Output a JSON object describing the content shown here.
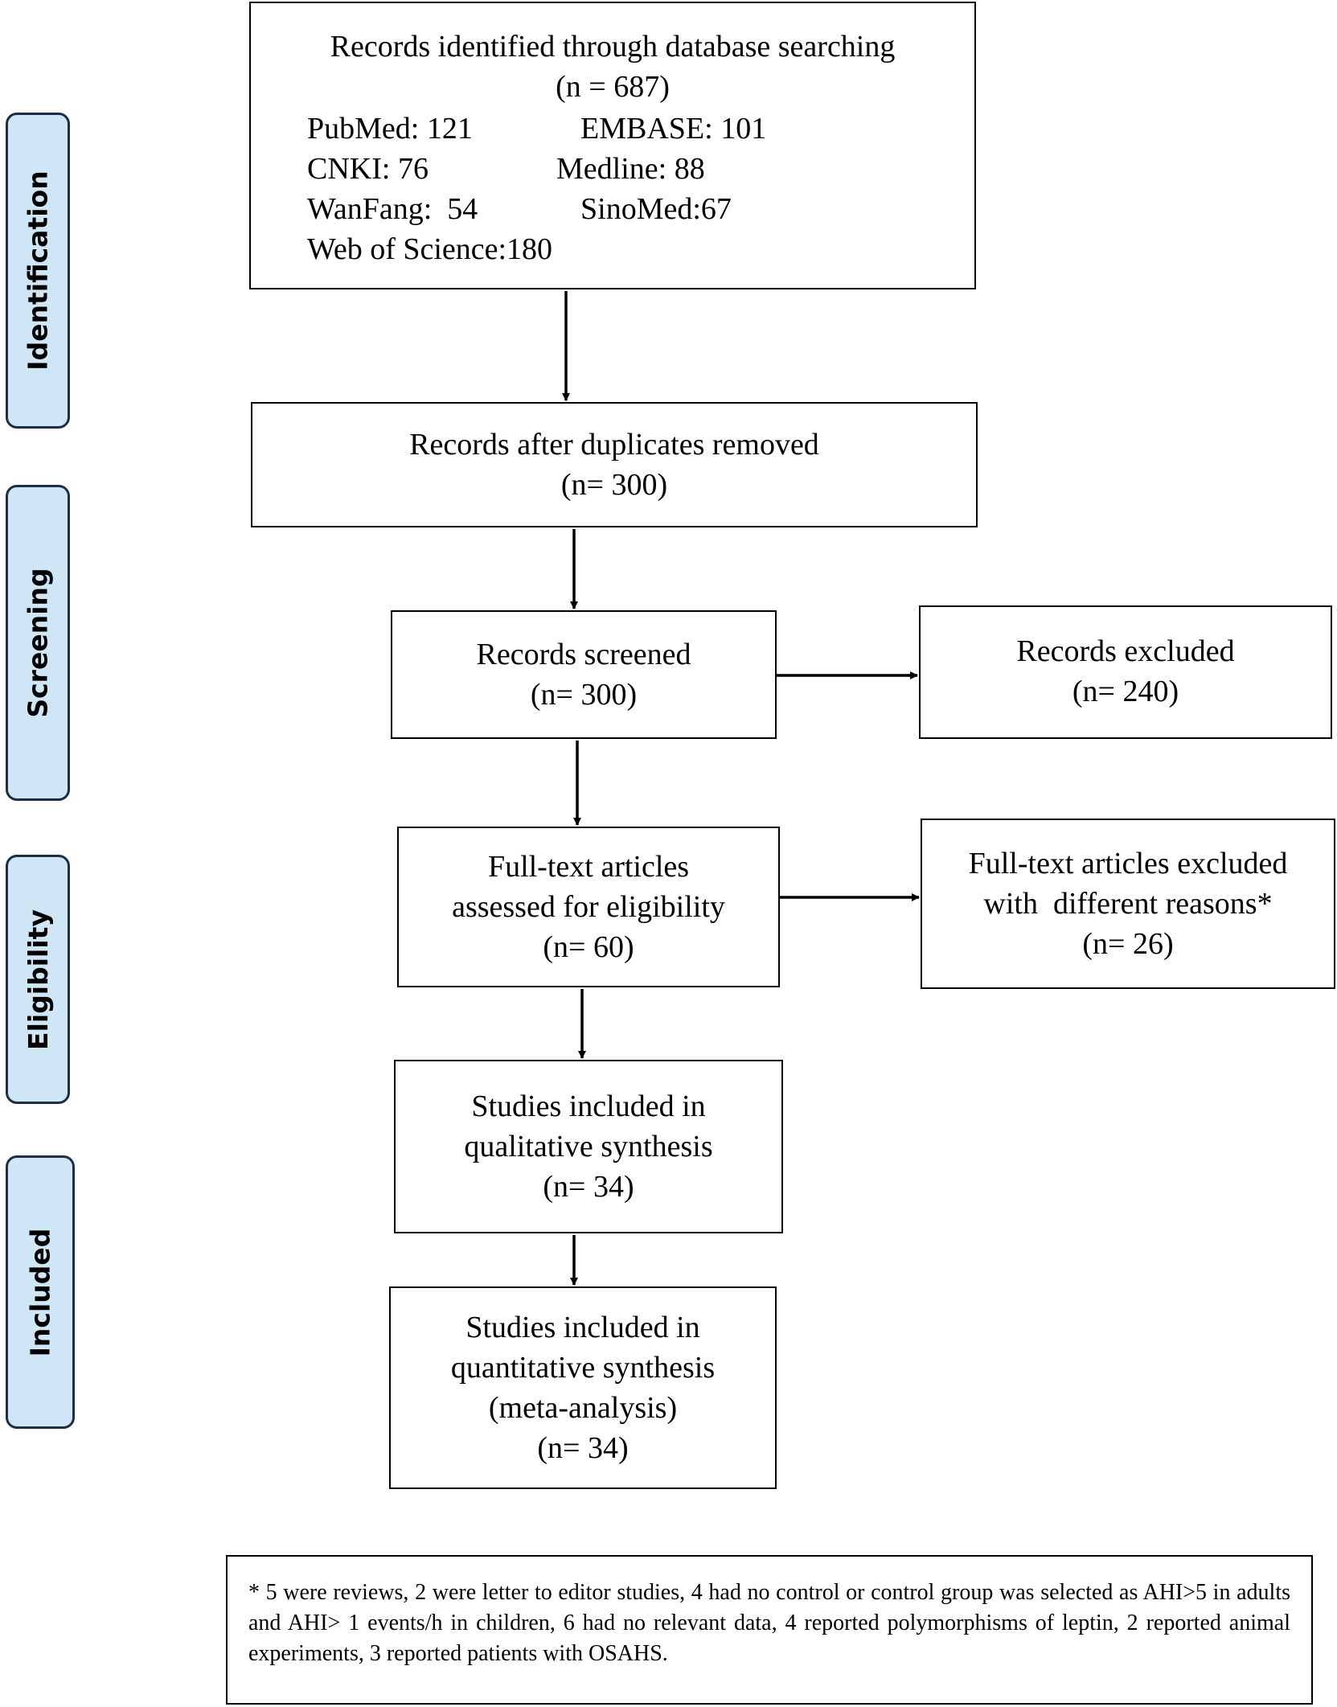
{
  "phases": {
    "identification": "Identification",
    "screening": "Screening",
    "eligibility": "Eligibility",
    "included": "Included"
  },
  "identified": {
    "title": "Records identified through database searching",
    "n": "(n = 687)",
    "databases": [
      "PubMed: 121",
      "EMBASE: 101",
      "CNKI: 76",
      "Medline: 88",
      "WanFang:  54",
      "SinoMed:67",
      "Web of Science:180"
    ]
  },
  "duplicates_removed": {
    "title": "Records after duplicates removed",
    "n": "(n= 300)"
  },
  "screened": {
    "title": "Records screened",
    "n": "(n= 300)"
  },
  "excluded": {
    "title": "Records excluded",
    "n": "(n= 240)"
  },
  "fulltext_assessed": {
    "line1": "Full-text articles",
    "line2": "assessed for eligibility",
    "n": "(n= 60)"
  },
  "fulltext_excluded": {
    "line1": "Full-text articles excluded",
    "line2": "with  different reasons*",
    "n": "(n= 26)"
  },
  "qualitative": {
    "line1": "Studies included in",
    "line2": "qualitative synthesis",
    "n": "(n= 34)"
  },
  "quantitative": {
    "line1": "Studies included in",
    "line2": "quantitative synthesis",
    "line3": "(meta-analysis)",
    "n": "(n= 34)"
  },
  "footnote": "* 5 were reviews, 2 were letter to editor studies, 4 had no control or control group was selected as AHI>5 in adults and AHI> 1 events/h in children, 6 had no relevant data, 4 reported polymorphisms of leptin, 2 reported animal experiments, 3 reported patients with OSAHS."
}
